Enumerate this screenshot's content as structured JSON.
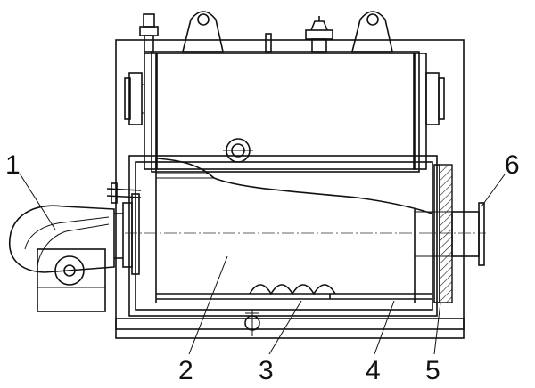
{
  "labels": {
    "l1": "1",
    "l2": "2",
    "l3": "3",
    "l4": "4",
    "l5": "5",
    "l6": "6"
  },
  "colors": {
    "line": "#111111",
    "background": "#ffffff"
  }
}
